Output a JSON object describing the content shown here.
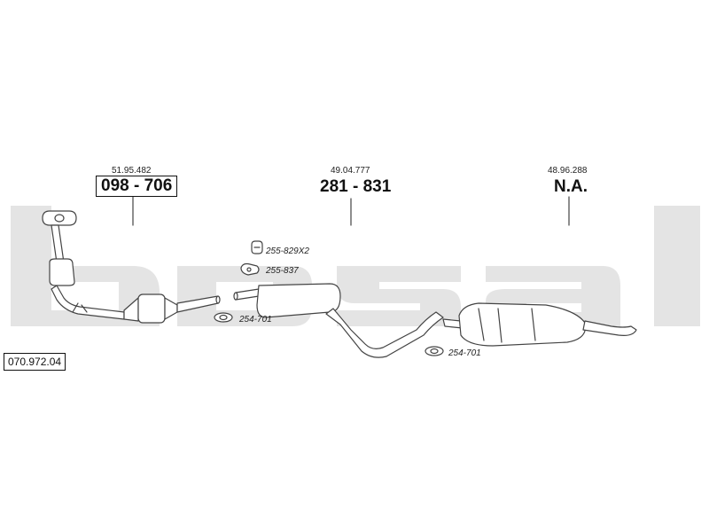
{
  "diagram_id": "070.972.04",
  "watermark": "bosal",
  "sections": [
    {
      "oe_number": "51.95.482",
      "part_number": "098 - 706"
    },
    {
      "oe_number": "49.04.777",
      "part_number": "281 - 831"
    },
    {
      "oe_number": "48.96.288",
      "part_number": "N.A."
    }
  ],
  "accessories": [
    {
      "code": "255-829X2",
      "icon": "clamp-icon"
    },
    {
      "code": "255-837",
      "icon": "bracket-icon"
    },
    {
      "code": "254-701",
      "icon": "gasket-icon"
    },
    {
      "code": "254-701",
      "icon": "gasket-icon"
    }
  ]
}
